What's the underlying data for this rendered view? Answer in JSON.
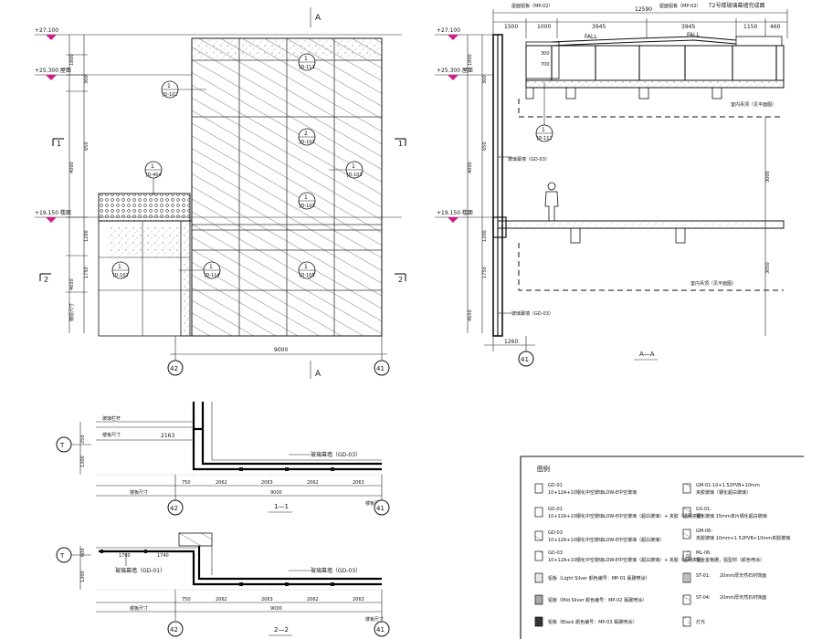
{
  "elevation": {
    "section_mark": "A",
    "levels": [
      {
        "label": "+27.100"
      },
      {
        "label": "+25.300 屋面"
      },
      {
        "label": "+19.150 楼面"
      }
    ],
    "vertical_dims": [
      "1800",
      "300",
      "650",
      "4000",
      "1200",
      "1750",
      "4650"
    ],
    "dim_text_overall": "楼层尺寸",
    "section_1": "1",
    "section_2": "2",
    "width_dim": "9000",
    "axis_left": "42",
    "axis_right": "41",
    "tags": [
      {
        "num": "1",
        "code": "JD-111"
      },
      {
        "num": "1",
        "code": "JD-102"
      },
      {
        "num": "2",
        "code": "JD-101"
      },
      {
        "num": "1",
        "code": "JD-404"
      },
      {
        "num": "1",
        "code": "JD-103"
      },
      {
        "num": "1",
        "code": "JD-103"
      },
      {
        "num": "1",
        "code": "JD-101"
      },
      {
        "num": "1",
        "code": "JD-114"
      },
      {
        "num": "1",
        "code": "JD-105"
      }
    ]
  },
  "section_aa": {
    "levels": [
      {
        "label": "+27.100"
      },
      {
        "label": "+25.300 屋面"
      },
      {
        "label": "+19.150 楼面"
      }
    ],
    "top_dims": [
      "1500",
      "1000",
      "3945",
      "3945",
      "1150",
      "460"
    ],
    "top_total": "12590",
    "top_notes": [
      "屋面铝板（MP-02）",
      "屋面铝板（MP-02）",
      "T2号楼玻璃幕墙完成面"
    ],
    "fall_labels": [
      "FALL",
      "FALL"
    ],
    "small_dims": [
      "300",
      "700"
    ],
    "tag": {
      "num": "1",
      "code": "JD-112"
    },
    "notes": [
      "玻璃幕墙（GD-03）",
      "室内吊顶（见平面图）",
      "室内吊顶（见平面图）",
      "玻璃幕墙（GD-03）"
    ],
    "vertical_dims": [
      "1800",
      "300",
      "650",
      "4000",
      "1200",
      "1750",
      "4650"
    ],
    "right_dims": [
      "3000",
      "3050"
    ],
    "bottom_dim": "1260",
    "axis": "41",
    "title": "A—A"
  },
  "plan_1": {
    "axis_t": "T",
    "labels": [
      "玻璃栏杆",
      "楼板尺寸"
    ],
    "dim_top": "2163",
    "left_dims": [
      "250",
      "1300"
    ],
    "note": "玻璃幕墙（GD-03）",
    "dims_bottom": [
      "750",
      "2062",
      "2063",
      "2062",
      "2063"
    ],
    "total": "9000",
    "sub": "楼板尺寸",
    "axis_left": "42",
    "axis_right": "41",
    "title": "1—1"
  },
  "plan_2": {
    "axis_t": "T",
    "left_dims": [
      "600",
      "1300"
    ],
    "dims_top": [
      "1700",
      "1740"
    ],
    "note_left": "玻璃幕墙（GD-01）",
    "note": "玻璃幕墙（GD-03）",
    "dims_bottom": [
      "750",
      "2062",
      "2063",
      "2062",
      "2063"
    ],
    "total": "9000",
    "sub": "楼板尺寸",
    "axis_left": "42",
    "axis_right": "41",
    "title": "2—2"
  },
  "legend": {
    "title": "图例",
    "left": [
      {
        "code": "GD-01",
        "desc": "10+12A+10钢化中空玻璃LOW-E中空玻璃"
      },
      {
        "code": "GD-01",
        "desc": "10+12A+10钢化中空玻璃LOW-E中空玻璃（超白玻璃）+ 夹胶（透明夹胶）"
      },
      {
        "code": "GD-03",
        "desc": "10+12A+10钢化中空玻璃LOW-E中空玻璃（超白玻璃）"
      },
      {
        "code": "GD-03",
        "desc": "10+12A+10钢化中空玻璃LOW-E中空玻璃（超白玻璃）+ 夹胶（透明夹胶）"
      },
      {
        "code": "",
        "desc": "铝板（Light Silver 颜色编号：MP-01 氟碳喷涂）"
      },
      {
        "code": "",
        "desc": "铝板（Mid Silver 颜色编号：MP-02 氟碳喷涂）"
      },
      {
        "code": "",
        "desc": "铝板（Black 颜色编号：MP-03 氟碳喷涂）"
      }
    ],
    "right": [
      {
        "code": "GM-01:10+1.52PVB+10mm",
        "desc": "夹胶玻璃（钢化超白玻璃）"
      },
      {
        "code": "GS-01:",
        "desc": "钢化玻璃 15mm单片钢化超白玻璃"
      },
      {
        "code": "GM-06:",
        "desc": "夹胶玻璃 10mm+1.52PVB+10mm夹胶玻璃"
      },
      {
        "code": "ML-06:",
        "desc": "铝合金格栅，铝型材（颜色喷涂）"
      },
      {
        "code": "ST-01:",
        "desc": "20mm厚天然石材饰面"
      },
      {
        "code": "ST-04:",
        "desc": "20mm厚天然石材饰面"
      },
      {
        "code": "",
        "desc": "灯光"
      }
    ]
  }
}
